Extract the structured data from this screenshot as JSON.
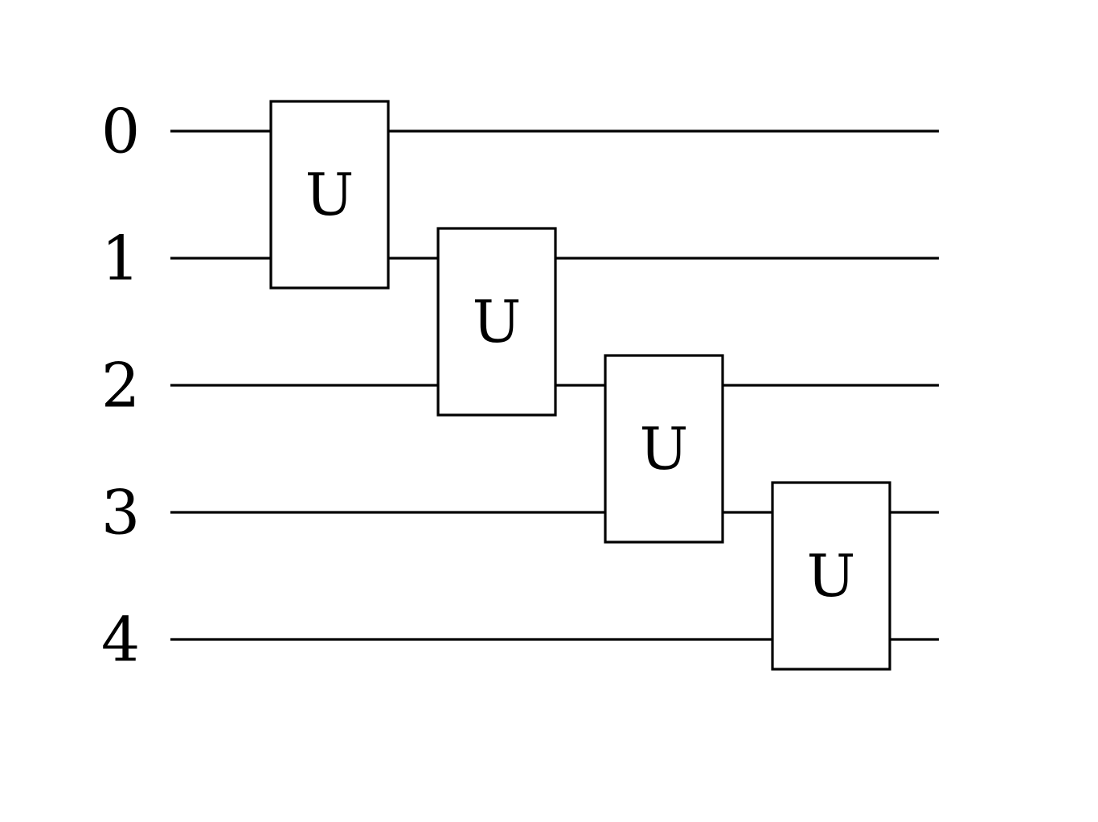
{
  "qubits": [
    "0",
    "1",
    "2",
    "3",
    "4"
  ],
  "gates": [
    {
      "label": "U",
      "qubits": [
        0,
        1
      ],
      "column": 0
    },
    {
      "label": "U",
      "qubits": [
        1,
        2
      ],
      "column": 1
    },
    {
      "label": "U",
      "qubits": [
        2,
        3
      ],
      "column": 2
    },
    {
      "label": "U",
      "qubits": [
        3,
        4
      ],
      "column": 3
    }
  ],
  "colors": {
    "line": "#000000",
    "background": "#ffffff"
  }
}
